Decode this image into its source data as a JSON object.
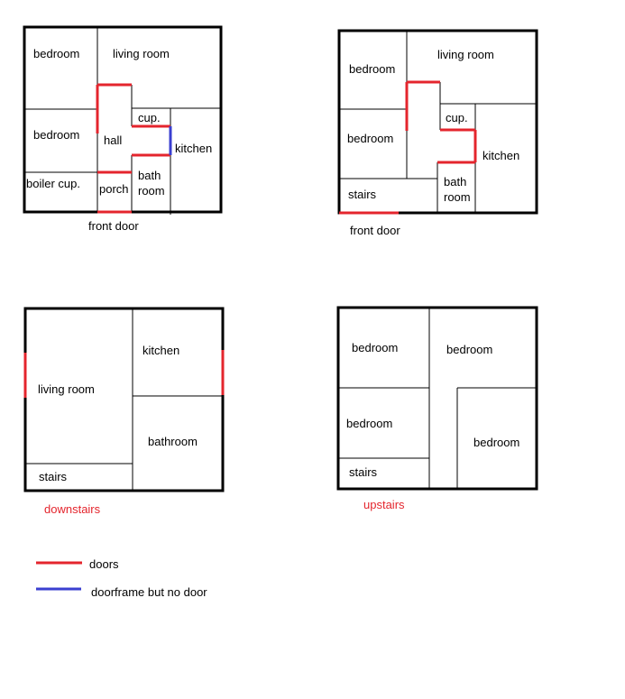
{
  "colors": {
    "wall": "#000000",
    "door": "#e4252d",
    "doorframe": "#3a3fd0",
    "caption": "#e4252d"
  },
  "plan1": {
    "rooms": [
      "bedroom",
      "living room",
      "bedroom",
      "hall",
      "cup.",
      "kitchen",
      "boiler cup.",
      "porch",
      "bath room"
    ],
    "front_door": "front door"
  },
  "plan2": {
    "rooms": [
      "bedroom",
      "living room",
      "bedroom",
      "cup.",
      "kitchen",
      "stairs",
      "bath room"
    ],
    "front_door": "front door"
  },
  "plan3": {
    "rooms": [
      "kitchen",
      "living room",
      "bathroom",
      "stairs"
    ],
    "caption": "downstairs"
  },
  "plan4": {
    "rooms": [
      "bedroom",
      "bedroom",
      "bedroom",
      "bedroom",
      "stairs"
    ],
    "caption": "upstairs"
  },
  "legend": {
    "doors": "doors",
    "doorframe": "doorframe but no door"
  }
}
